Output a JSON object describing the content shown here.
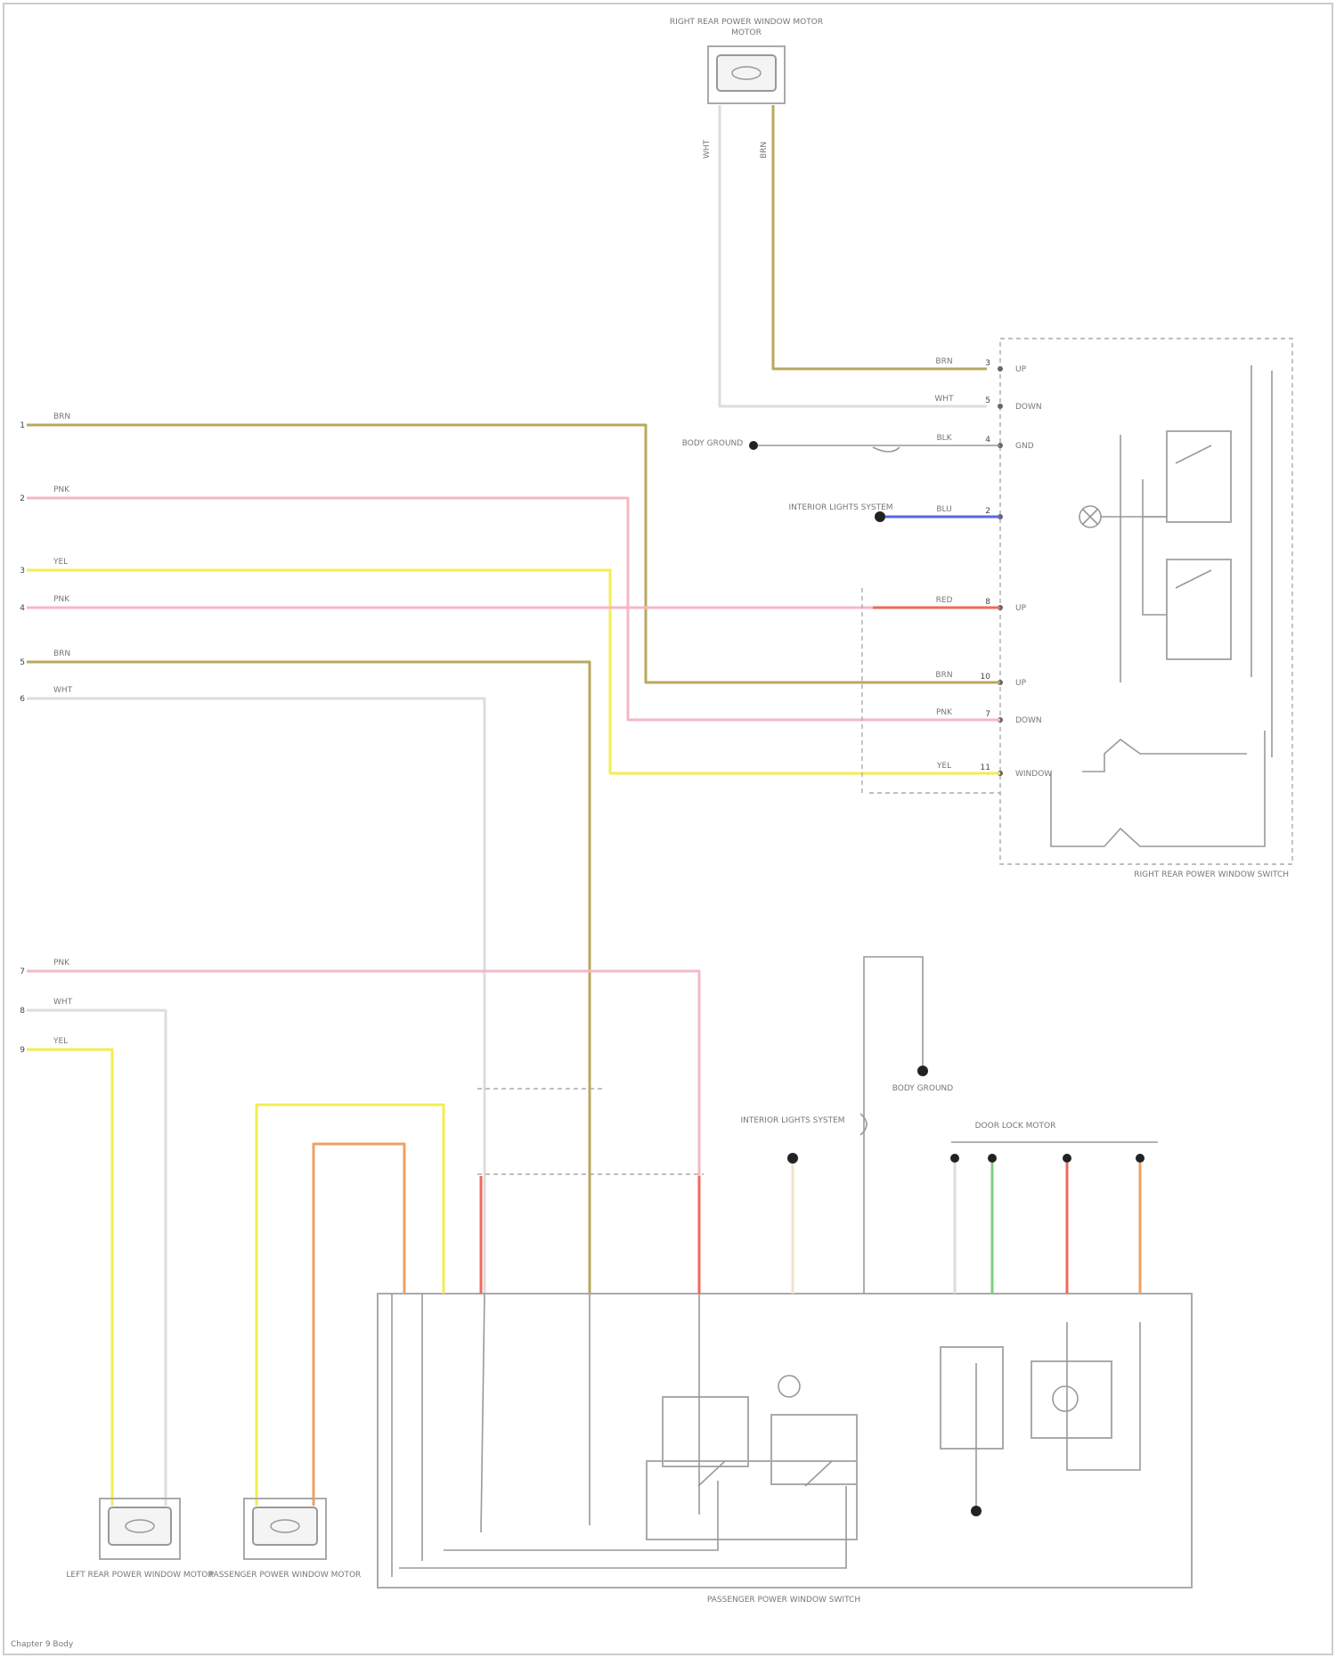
{
  "colors": {
    "brn_ylw": "#b8a860",
    "pnk": "#f4b8c4",
    "ylw": "#f2ee50",
    "wht": "#dddddd",
    "org": "#f0a060",
    "red": "#ee6a5e",
    "blu": "#5a66e6",
    "grn": "#7ed07e",
    "gry": "#aaaaaa"
  },
  "components": {
    "right_rear_motor": "RIGHT REAR POWER WINDOW MOTOR",
    "right_rear_switch": "RIGHT REAR POWER WINDOW SWITCH",
    "left_rear_motor": "LEFT REAR POWER WINDOW MOTOR",
    "passenger_motor": "PASSENGER POWER WINDOW MOTOR",
    "passenger_switch": "PASSENGER POWER WINDOW SWITCH",
    "door_lock_motor": "DOOR LOCK MOTOR",
    "ground_1": "BODY GROUND",
    "ground_2": "BODY GROUND",
    "illum_1": "INTERIOR LIGHTS SYSTEM",
    "illum_2": "INTERIOR LIGHTS SYSTEM"
  },
  "left_wires": [
    {
      "pin": "1",
      "label": "BRN"
    },
    {
      "pin": "2",
      "label": "PNK"
    },
    {
      "pin": "3",
      "label": "YEL"
    },
    {
      "pin": "4",
      "label": "PNK"
    },
    {
      "pin": "5",
      "label": "BRN"
    },
    {
      "pin": "6",
      "label": "WHT"
    },
    {
      "pin": "7",
      "label": "PNK"
    },
    {
      "pin": "8",
      "label": "WHT"
    },
    {
      "pin": "9",
      "label": "YEL"
    }
  ],
  "rr_switch_terminals": [
    {
      "pin": "3",
      "name": "UP",
      "wire": "BRN"
    },
    {
      "pin": "5",
      "name": "DOWN",
      "wire": "WHT"
    },
    {
      "pin": "4",
      "name": "GND",
      "wire": "BLK"
    },
    {
      "pin": "2",
      "name": "",
      "wire": "BLU"
    },
    {
      "pin": "8",
      "name": "UP",
      "wire": "RED"
    },
    {
      "pin": "10",
      "name": "UP",
      "wire": "BRN"
    },
    {
      "pin": "7",
      "name": "DOWN",
      "wire": "PNK"
    },
    {
      "pin": "11",
      "name": "WINDOW",
      "wire": "YEL"
    }
  ],
  "rr_motor_wires": [
    "WHT",
    "BRN"
  ],
  "footer_note": "Chapter 9 Body"
}
